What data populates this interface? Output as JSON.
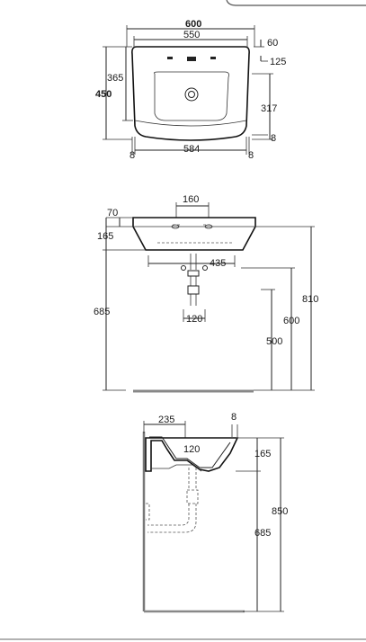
{
  "view_top": {
    "width_overall": "600",
    "width_inner": "550",
    "depth_overall": "450",
    "depth_bowl": "365",
    "tap_hole_offset": "60",
    "tap_hole_to_edge": "125",
    "bowl_front": "317",
    "rear_gap_right": "8",
    "rear_width": "584",
    "rear_gap_left": "8",
    "rear_gap_right_bottom": "8"
  },
  "view_front": {
    "fix_spacing": "160",
    "top_thickness": "70",
    "rim_height": "165",
    "bracket_spacing": "435",
    "waste_width": "120",
    "total_height": "810",
    "rim_to_floor": "600",
    "waste_to_floor": "500",
    "side_height": "685"
  },
  "view_side": {
    "projection": "235",
    "edge": "8",
    "trap_offset": "120",
    "basin_height": "165",
    "trap_height": "685",
    "overall_height": "850"
  }
}
